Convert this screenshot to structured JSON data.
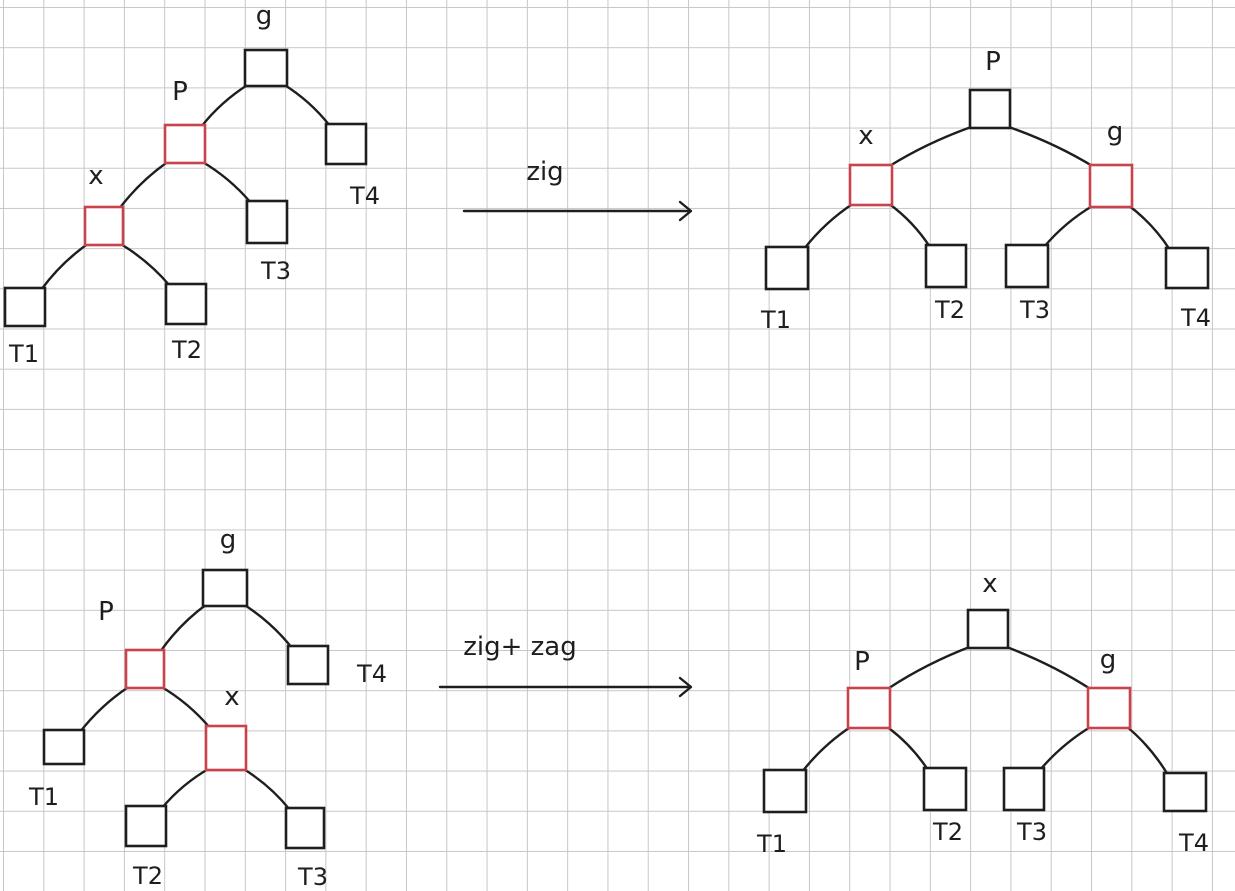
{
  "colors": {
    "rotated_node": "#c8434b",
    "node": "#1e1e1e",
    "grid": "#c7c7c7"
  },
  "operations": [
    {
      "key": "zig",
      "label": "zig"
    },
    {
      "key": "zigzag",
      "label": "zig+ zag"
    }
  ],
  "diagrams": {
    "zig_before": {
      "nodes": [
        {
          "id": "g",
          "label": "g",
          "highlighted": false
        },
        {
          "id": "p",
          "label": "P",
          "highlighted": true
        },
        {
          "id": "x",
          "label": "x",
          "highlighted": true
        },
        {
          "id": "t1",
          "label": "T1",
          "highlighted": false
        },
        {
          "id": "t2",
          "label": "T2",
          "highlighted": false
        },
        {
          "id": "t3",
          "label": "T3",
          "highlighted": false
        },
        {
          "id": "t4",
          "label": "T4",
          "highlighted": false
        }
      ],
      "edges": [
        [
          "g",
          "p"
        ],
        [
          "g",
          "t4"
        ],
        [
          "p",
          "x"
        ],
        [
          "p",
          "t3"
        ],
        [
          "x",
          "t1"
        ],
        [
          "x",
          "t2"
        ]
      ]
    },
    "zig_after": {
      "nodes": [
        {
          "id": "p",
          "label": "P",
          "highlighted": false
        },
        {
          "id": "x",
          "label": "x",
          "highlighted": true
        },
        {
          "id": "g",
          "label": "g",
          "highlighted": true
        },
        {
          "id": "t1",
          "label": "T1",
          "highlighted": false
        },
        {
          "id": "t2",
          "label": "T2",
          "highlighted": false
        },
        {
          "id": "t3",
          "label": "T3",
          "highlighted": false
        },
        {
          "id": "t4",
          "label": "T4",
          "highlighted": false
        }
      ],
      "edges": [
        [
          "p",
          "x"
        ],
        [
          "p",
          "g"
        ],
        [
          "x",
          "t1"
        ],
        [
          "x",
          "t2"
        ],
        [
          "g",
          "t3"
        ],
        [
          "g",
          "t4"
        ]
      ]
    },
    "zigzag_before": {
      "nodes": [
        {
          "id": "g",
          "label": "g",
          "highlighted": false
        },
        {
          "id": "p",
          "label": "P",
          "highlighted": true
        },
        {
          "id": "x",
          "label": "x",
          "highlighted": true
        },
        {
          "id": "t1",
          "label": "T1",
          "highlighted": false
        },
        {
          "id": "t2",
          "label": "T2",
          "highlighted": false
        },
        {
          "id": "t3",
          "label": "T3",
          "highlighted": false
        },
        {
          "id": "t4",
          "label": "T4",
          "highlighted": false
        }
      ],
      "edges": [
        [
          "g",
          "p"
        ],
        [
          "g",
          "t4"
        ],
        [
          "p",
          "t1"
        ],
        [
          "p",
          "x"
        ],
        [
          "x",
          "t2"
        ],
        [
          "x",
          "t3"
        ]
      ]
    },
    "zigzag_after": {
      "nodes": [
        {
          "id": "x",
          "label": "x",
          "highlighted": false
        },
        {
          "id": "p",
          "label": "P",
          "highlighted": true
        },
        {
          "id": "g",
          "label": "g",
          "highlighted": true
        },
        {
          "id": "t1",
          "label": "T1",
          "highlighted": false
        },
        {
          "id": "t2",
          "label": "T2",
          "highlighted": false
        },
        {
          "id": "t3",
          "label": "T3",
          "highlighted": false
        },
        {
          "id": "t4",
          "label": "T4",
          "highlighted": false
        }
      ],
      "edges": [
        [
          "x",
          "p"
        ],
        [
          "x",
          "g"
        ],
        [
          "p",
          "t1"
        ],
        [
          "p",
          "t2"
        ],
        [
          "g",
          "t3"
        ],
        [
          "g",
          "t4"
        ]
      ]
    }
  }
}
